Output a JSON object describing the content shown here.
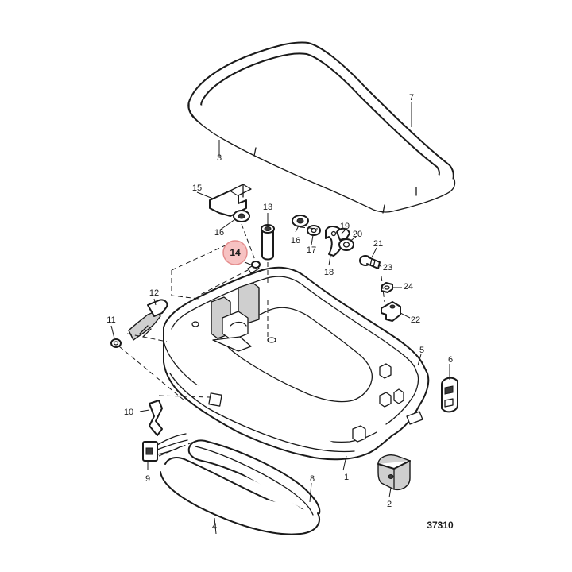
{
  "callouts": {
    "c1": "1",
    "c2": "2",
    "c3": "3",
    "c4": "4",
    "c5": "5",
    "c6": "6",
    "c7": "7",
    "c8": "8",
    "c9": "9",
    "c10": "10",
    "c11": "11",
    "c12": "12",
    "c13": "13",
    "c14": "14",
    "c15": "15",
    "c16a": "16",
    "c16b": "16",
    "c17": "17",
    "c18": "18",
    "c19": "19",
    "c20": "20",
    "c21": "21",
    "c22": "22",
    "c23": "23",
    "c24": "24"
  },
  "highlighted_callout": "14",
  "reference_number": "37310",
  "colors": {
    "highlight": "#f6b8b8",
    "line": "#1a1a1a"
  }
}
